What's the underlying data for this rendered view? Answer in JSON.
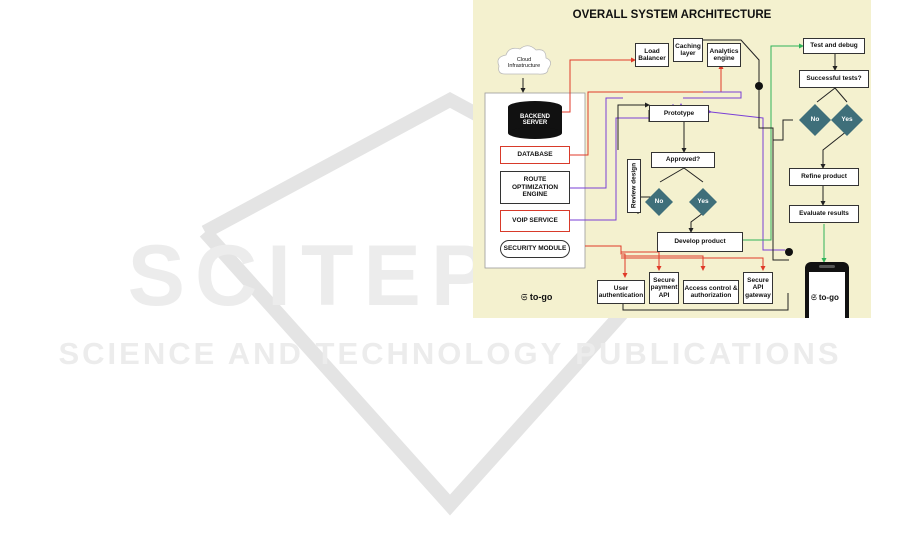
{
  "watermark": {
    "line1": "SCITEPRESS",
    "line2": "SCIENCE AND TECHNOLOGY PUBLICATIONS"
  },
  "diagram": {
    "title": "OVERALL SYSTEM ARCHITECTURE",
    "cloud": "Cloud Infrastructure",
    "backend": "BACKEND SERVER",
    "database": "DATABASE",
    "route_engine": "ROUTE OPTIMIZATION ENGINE",
    "voip": "VOIP SERVICE",
    "security": "SECURITY MODULE",
    "load_balancer": "Load Balancer",
    "caching": "Caching layer",
    "analytics": "Analytics engine",
    "prototype": "Prototype",
    "approved": "Approved?",
    "no1": "No",
    "yes1": "Yes",
    "review": "Review design",
    "develop": "Develop product",
    "test": "Test and debug",
    "successful": "Successful tests?",
    "no2": "No",
    "yes2": "Yes",
    "refine": "Refine product",
    "evaluate": "Evaluate results",
    "user_auth": "User authentication",
    "payment": "Secure payment API",
    "access": "Access control & authorization",
    "gateway": "Secure API gateway",
    "logo1": "to-go",
    "logo2": "to-go"
  },
  "colors": {
    "bg": "#f4f1cf",
    "diamond": "#3f6f7a",
    "red": "#e03a28",
    "purple": "#7a3fd6",
    "green": "#2fb35a"
  }
}
